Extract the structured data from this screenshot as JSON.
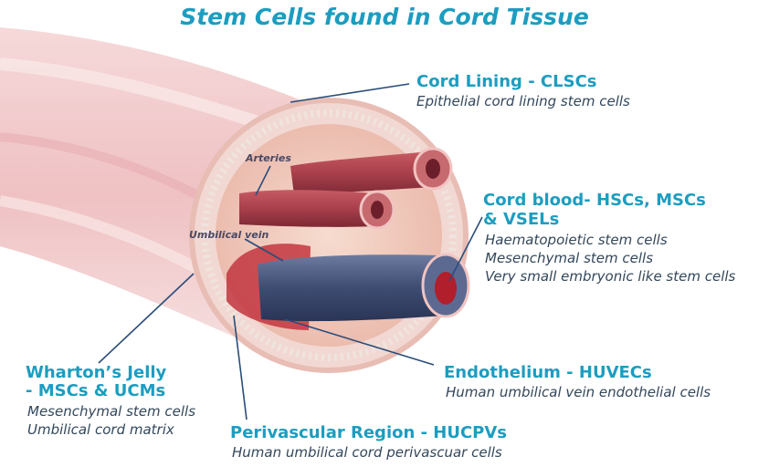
{
  "title": "Stem Cells found in Cord Tissue",
  "inner_labels": {
    "arteries": "Arteries",
    "umbilical_vein": "Umbilical vein"
  },
  "callouts": {
    "cord_lining": {
      "title": "Cord Lining - CLSCs",
      "lines": [
        "Epithelial cord lining stem cells"
      ]
    },
    "cord_blood": {
      "title_lines": [
        "Cord blood- HSCs, MSCs",
        "& VSELs"
      ],
      "lines": [
        "Haematopoietic stem cells",
        "Mesenchymal stem cells",
        "Very small embryonic like stem cells"
      ]
    },
    "whartons_jelly": {
      "title_lines": [
        "Wharton’s Jelly",
        "- MSCs & UCMs"
      ],
      "lines": [
        "Mesenchymal stem cells",
        "Umbilical cord matrix"
      ]
    },
    "endothelium": {
      "title": "Endothelium - HUVECs",
      "lines": [
        "Human umbilical vein endothelial cells"
      ]
    },
    "perivascular": {
      "title": "Perivascular Region - HUCPVs",
      "lines": [
        "Human umbilical cord perivascuar cells"
      ]
    }
  },
  "colors": {
    "heading": "#1c9dc0",
    "body_text": "#33475b",
    "leader_line": "#2a4d7a",
    "cord_outer": "#f1c7c7",
    "jelly": "#f3d0c4",
    "artery": "#b84a55",
    "vein": "#3f4f74"
  }
}
